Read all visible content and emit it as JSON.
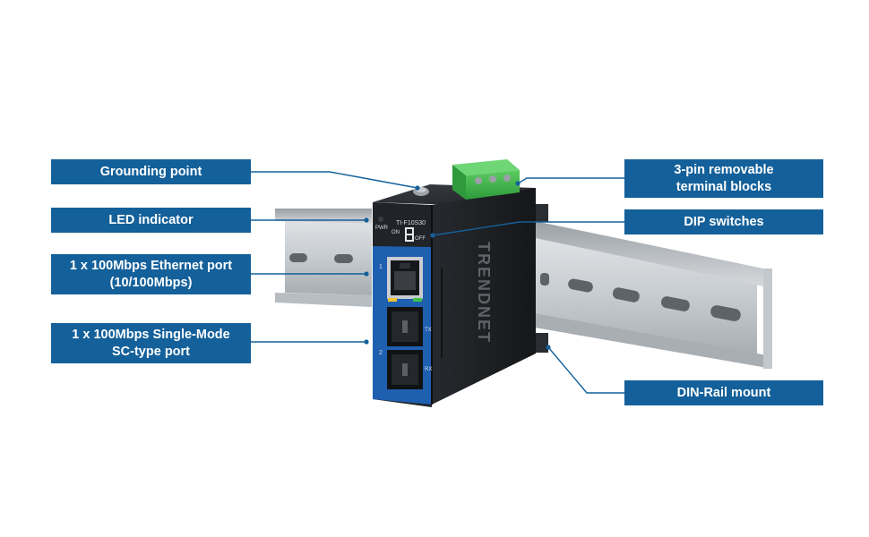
{
  "callouts": {
    "grounding": {
      "label": "Grounding point"
    },
    "led": {
      "label": "LED indicator"
    },
    "ethernet": {
      "line1": "1 x 100Mbps Ethernet port",
      "line2": "(10/100Mbps)"
    },
    "sfp": {
      "line1": "1 x 100Mbps Single-Mode",
      "line2": "SC-type port"
    },
    "terminal": {
      "line1": "3-pin removable",
      "line2": "terminal blocks"
    },
    "dip": {
      "label": "DIP switches"
    },
    "din": {
      "label": "DIN-Rail mount"
    }
  },
  "device": {
    "brand": "TRENDNET",
    "model": "TI-F10S30",
    "pwr_label": "PWR",
    "on_label": "ON",
    "off_label": "OFF",
    "port1": "1",
    "port2": "2",
    "tx": "TX",
    "rx": "RX"
  },
  "colors": {
    "callout_bg": "#14609a",
    "leader_line": "#14609a",
    "device_body": "#1d1f22",
    "device_front": "#1f5fb0",
    "terminal": "#3cb44a",
    "rail": "#c9cdd1"
  }
}
